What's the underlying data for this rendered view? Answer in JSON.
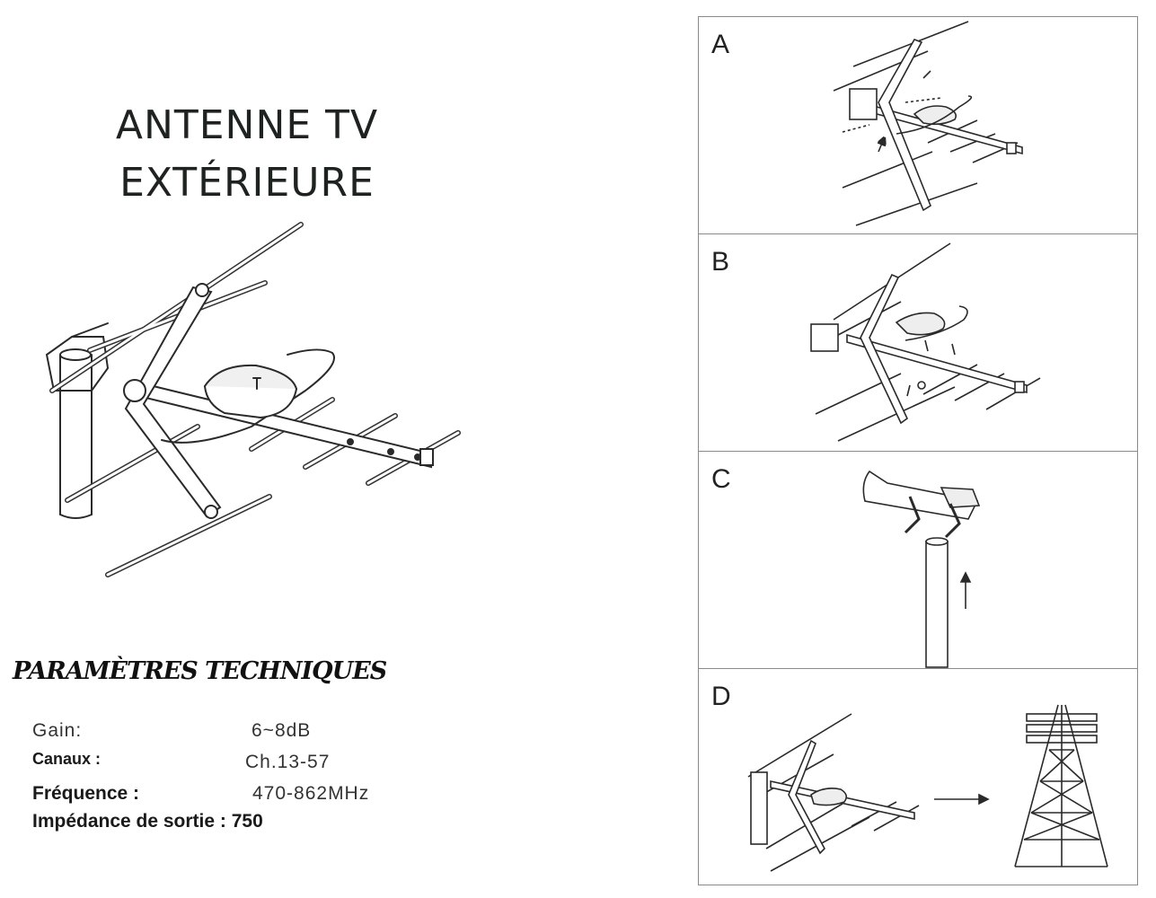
{
  "title": {
    "line1": "ANTENNE TV",
    "line2": "EXTÉRIEURE"
  },
  "params": {
    "heading": "PARAMÈTRES TECHNIQUES",
    "gain_label": "Gain:",
    "gain_value": "6~8dB",
    "channels_label": "Canaux :",
    "channels_value": "Ch.13-57",
    "frequency_label": "Fréquence :",
    "frequency_value": "470-862MHz",
    "impedance_label": "Impédance de sortie : 750"
  },
  "steps": [
    {
      "letter": "A"
    },
    {
      "letter": "B"
    },
    {
      "letter": "C"
    },
    {
      "letter": "D"
    }
  ]
}
